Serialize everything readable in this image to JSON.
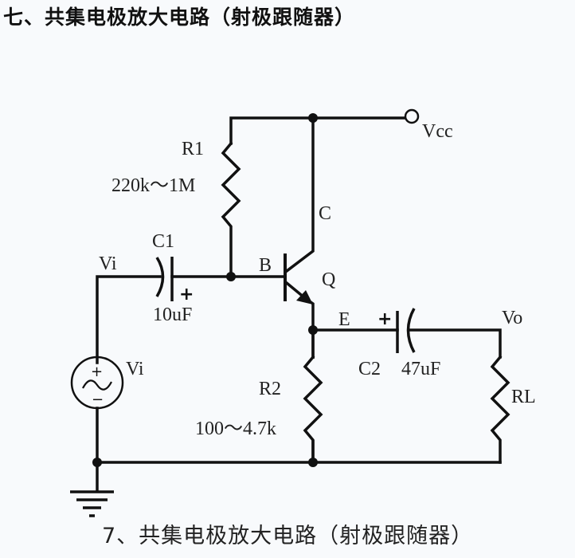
{
  "title": "七、共集电极放大电路（射极跟随器）",
  "caption": "7、共集电极放大电路（射极跟随器）",
  "circuit": {
    "supply": {
      "label": "Vcc"
    },
    "R1": {
      "name": "R1",
      "value": "220k～1M"
    },
    "R2": {
      "name": "R2",
      "value": "100～4.7k"
    },
    "RL": {
      "name": "RL"
    },
    "C1": {
      "name": "C1",
      "value": "10uF",
      "polarity": "+"
    },
    "C2": {
      "name": "C2",
      "value": "47uF",
      "polarity": "+"
    },
    "transistor": {
      "name": "Q",
      "collector": "C",
      "base": "B",
      "emitter": "E",
      "type": "NPN"
    },
    "input": {
      "node_label": "Vi",
      "source_label": "Vi",
      "plus": "+",
      "minus": "−"
    },
    "output": {
      "label": "Vo"
    },
    "ground": {
      "icon": "ground-icon"
    }
  }
}
